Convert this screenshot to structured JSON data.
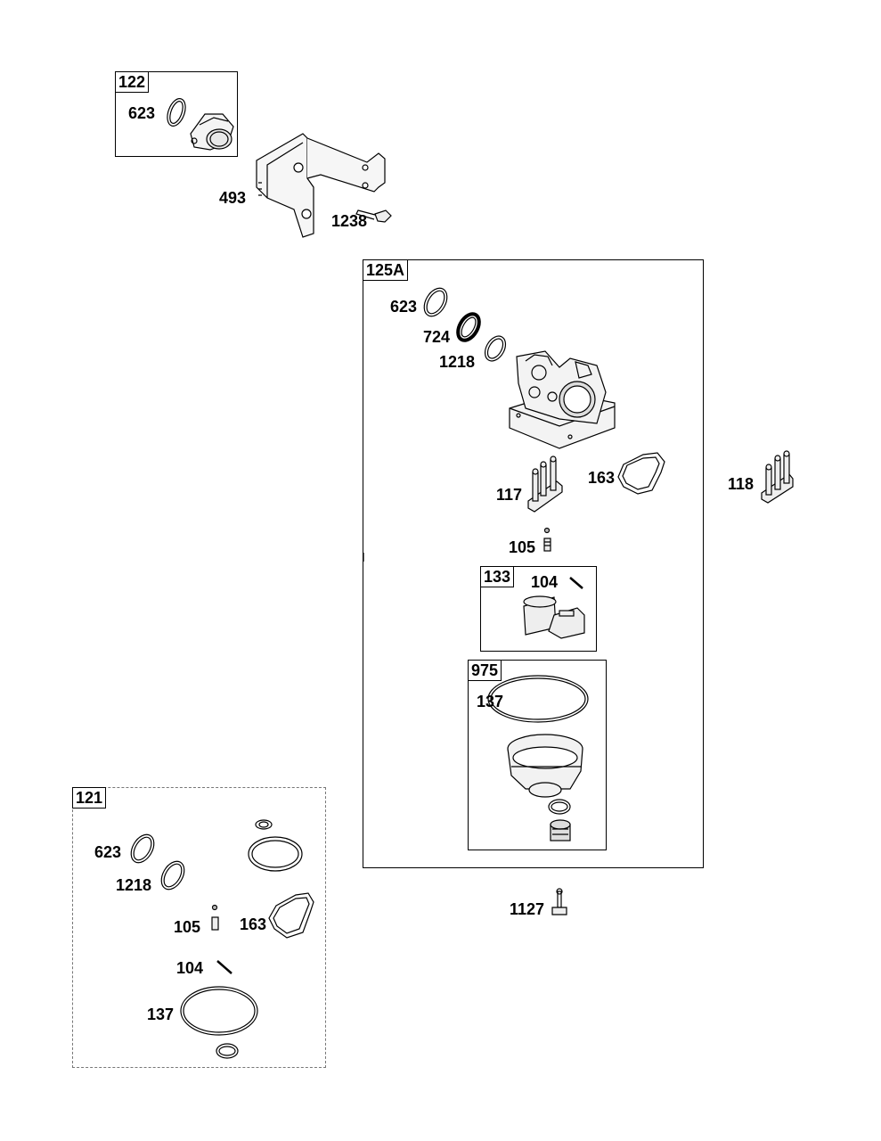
{
  "kits": {
    "k122": "122",
    "k125a": "125A",
    "k133": "133",
    "k975": "975",
    "k121": "121"
  },
  "parts": {
    "p623_top": "623",
    "p493": "493",
    "p1238": "1238",
    "p623_125a": "623",
    "p724": "724",
    "p1218_125a": "1218",
    "p163_125a": "163",
    "p117": "117",
    "p118": "118",
    "p105_125a": "105",
    "p104_133": "104",
    "p137_975": "137",
    "p1127": "1127",
    "p623_121": "623",
    "p1218_121": "1218",
    "p105_121": "105",
    "p163_121": "163",
    "p104_121": "104",
    "p137_121": "137"
  }
}
